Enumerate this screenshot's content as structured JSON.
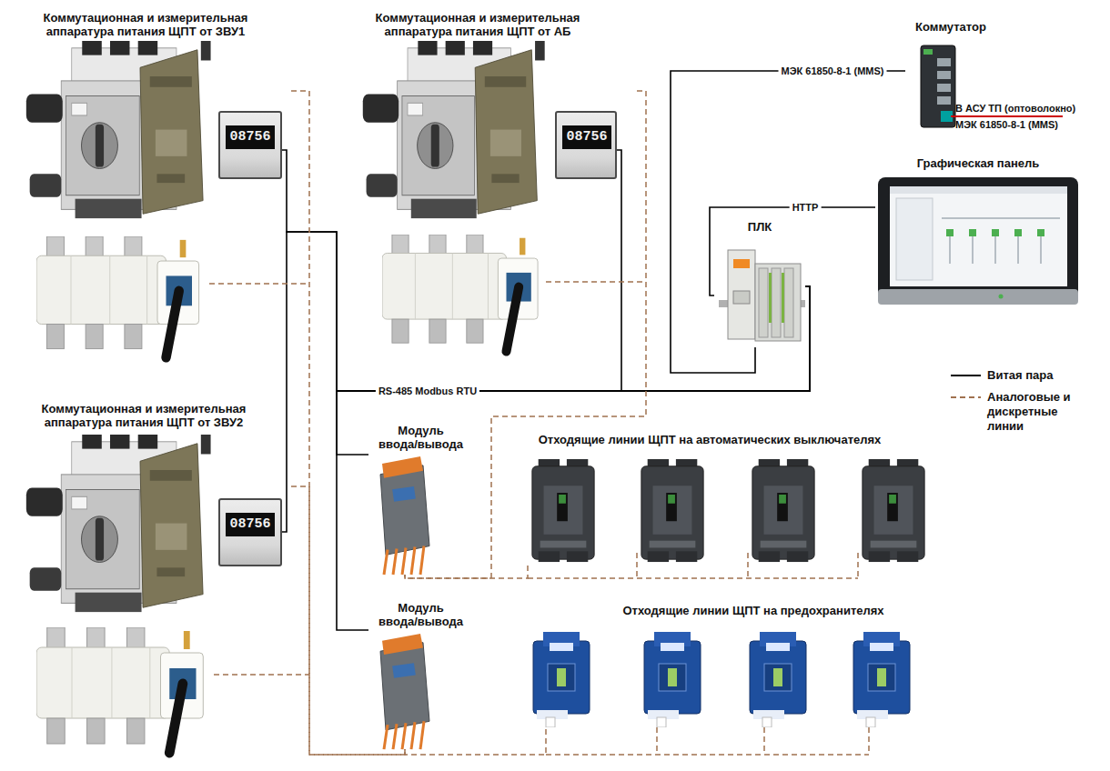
{
  "diagram": {
    "nodes": [
      {
        "text": [
          "Коммутационная и измерительная аппаратура питания ЩПТ от ЗВУ1"
        ]
      },
      {
        "text": [
          "08756"
        ],
        "in": 0
      },
      {
        "text": [
          "Коммутационная и измерительная аппаратура питания ЩПТ от АБ"
        ]
      },
      {
        "text": [
          "08756"
        ],
        "in": 2
      },
      {
        "text": [
          "Коммутатор"
        ]
      },
      {
        "text": [
          "Графическая панель"
        ]
      },
      {
        "text": [
          "ПЛК"
        ]
      },
      {
        "text": [
          "Коммутационная и измерительная аппаратура питания ЩПТ от ЗВУ2"
        ]
      },
      {
        "text": [
          "08756"
        ],
        "in": 7
      },
      {
        "text": [
          "Модуль ввода/вывода"
        ]
      },
      {
        "text": [
          "Отходящие линии ЩПТ на автоматических выключателях"
        ]
      },
      {
        "text": [
          "Модуль ввода/вывода"
        ]
      },
      {
        "text": [
          "Отходящие линии ЩПТ на предохранителях"
        ]
      }
    ],
    "edges": [
      {
        "from": 1,
        "to": 6,
        "label": "RS-485 Modbus RTU",
        "arrow": "none"
      },
      {
        "from": 3,
        "to": 6,
        "arrow": "none"
      },
      {
        "from": 8,
        "to": 6,
        "arrow": "none"
      },
      {
        "from": 9,
        "to": 6,
        "arrow": "none"
      },
      {
        "from": 11,
        "to": 6,
        "arrow": "none"
      },
      {
        "from": 6,
        "to": 4,
        "label": "МЭК 61850-8-1 (MMS)",
        "arrow": "none"
      },
      {
        "from": 6,
        "to": 5,
        "label": "HTTP",
        "arrow": "none"
      },
      {
        "from": 0,
        "to": 11,
        "arrow": "none"
      },
      {
        "from": 7,
        "to": 11,
        "arrow": "none"
      },
      {
        "from": 12,
        "to": 11,
        "arrow": "none"
      },
      {
        "from": 2,
        "to": 9,
        "arrow": "none"
      },
      {
        "from": 10,
        "to": 9,
        "arrow": "none"
      }
    ],
    "labels": [
      "В АСУ ТП (оптоволокно)",
      "МЭК 61850-8-1 (MMS)"
    ],
    "legend": [
      {
        "text": "Витая пара"
      },
      {
        "text": "Аналоговые и дискретные линии"
      }
    ]
  }
}
